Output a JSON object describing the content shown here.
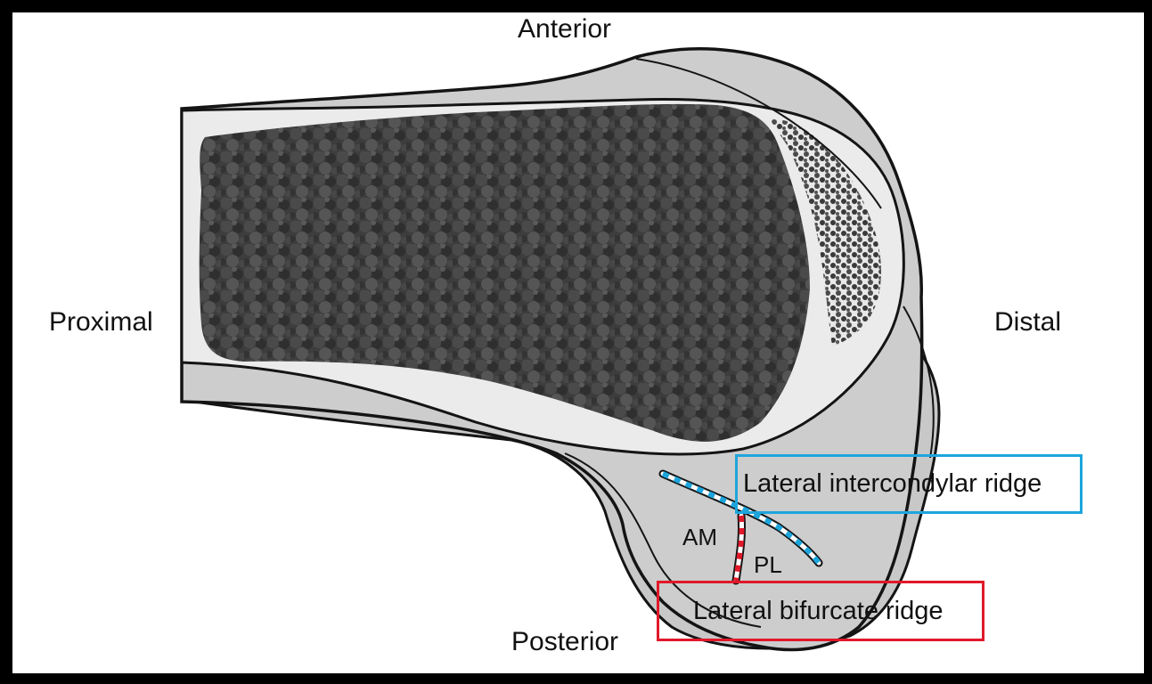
{
  "labels": {
    "anterior": "Anterior",
    "posterior": "Posterior",
    "proximal": "Proximal",
    "distal": "Distal",
    "am": "AM",
    "pl": "PL"
  },
  "callouts": {
    "intercondylar": {
      "text": "Lateral intercondylar ridge",
      "color": "#1ea5dc"
    },
    "bifurcate": {
      "text": "Lateral bifurcate ridge",
      "color": "#e0192a"
    }
  },
  "colors": {
    "frame": "#000000",
    "bone_fill": "#cfcfcf",
    "inner_fill": "#ececec",
    "cancellous": "#404040",
    "outline": "#141414"
  }
}
